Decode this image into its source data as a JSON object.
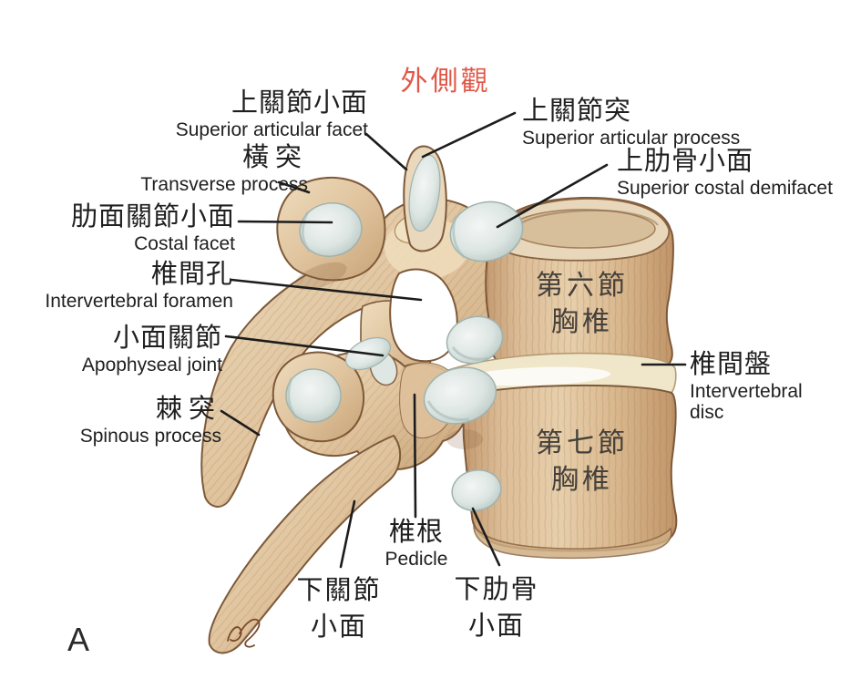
{
  "view_title": "外側觀",
  "panel_letter": "A",
  "labels": {
    "superior_articular_facet": {
      "zh": "上關節小面",
      "en": "Superior articular facet"
    },
    "superior_articular_process": {
      "zh": "上關節突",
      "en": "Superior articular process"
    },
    "transverse_process": {
      "zh": "橫突",
      "en": "Transverse process"
    },
    "superior_costal_demifacet": {
      "zh": "上肋骨小面",
      "en": "Superior costal demifacet"
    },
    "costal_facet": {
      "zh": "肋面關節小面",
      "en": "Costal facet"
    },
    "intervertebral_foramen": {
      "zh": "椎間孔",
      "en": "Intervertebral foramen"
    },
    "apophyseal_joint": {
      "zh": "小面關節",
      "en": "Apophyseal joint"
    },
    "spinous_process": {
      "zh": "棘突",
      "en": "Spinous process"
    },
    "intervertebral_disc": {
      "zh": "椎間盤",
      "en": "Intervertebral disc"
    },
    "sixth_thoracic_vertebra": {
      "line1": "第六節",
      "line2": "胸椎"
    },
    "seventh_thoracic_vertebra": {
      "line1": "第七節",
      "line2": "胸椎"
    },
    "pedicle": {
      "zh": "椎根",
      "en": "Pedicle"
    },
    "inferior_articular_facet": {
      "line1": "下關節",
      "line2": "小面"
    },
    "inferior_costal_facet": {
      "line1": "下肋骨",
      "line2": "小面"
    }
  },
  "colors": {
    "title_red": "#e05747",
    "label_text": "#1f1f1f",
    "bone_light": "#ead6b5",
    "bone_mid": "#d9b98f",
    "bone_dark": "#c0976b",
    "bone_outline": "#7d5939",
    "facet_fill": "#dde6e3",
    "facet_edge": "#9fb2ae",
    "disc_fill": "#f0e7cb",
    "background": "#ffffff"
  }
}
